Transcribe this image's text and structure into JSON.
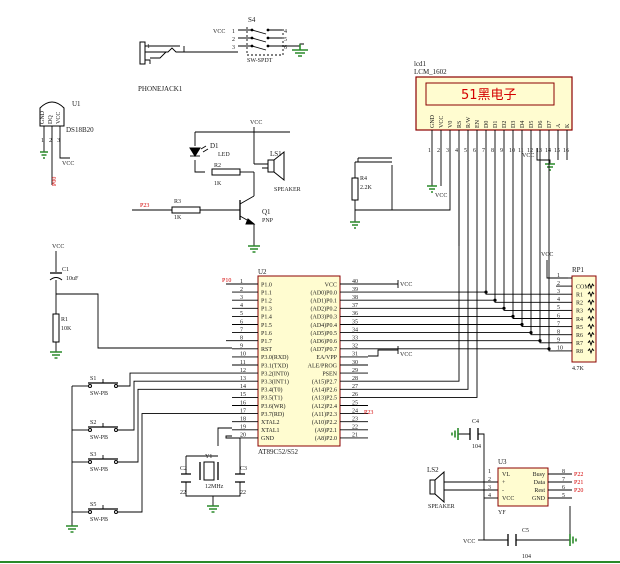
{
  "mcu": {
    "ref": "U2",
    "part": "AT89C52/S52",
    "port_label": "P10",
    "left_pins": [
      {
        "num": "1",
        "name": "P1.0"
      },
      {
        "num": "2",
        "name": "P1.1"
      },
      {
        "num": "3",
        "name": "P1.2"
      },
      {
        "num": "4",
        "name": "P1.3"
      },
      {
        "num": "5",
        "name": "P1.4"
      },
      {
        "num": "6",
        "name": "P1.5"
      },
      {
        "num": "7",
        "name": "P1.6"
      },
      {
        "num": "8",
        "name": "P1.7"
      },
      {
        "num": "9",
        "name": "RST"
      },
      {
        "num": "10",
        "name": "P3.0(RXD)"
      },
      {
        "num": "11",
        "name": "P3.1(TXD)"
      },
      {
        "num": "12",
        "name": "P3.2(INT0)"
      },
      {
        "num": "13",
        "name": "P3.3(INT1)"
      },
      {
        "num": "14",
        "name": "P3.4(T0)"
      },
      {
        "num": "15",
        "name": "P3.5(T1)"
      },
      {
        "num": "16",
        "name": "P3.6(WR)"
      },
      {
        "num": "17",
        "name": "P3.7(RD)"
      },
      {
        "num": "18",
        "name": "XTAL2"
      },
      {
        "num": "19",
        "name": "XTAL1"
      },
      {
        "num": "20",
        "name": "GND"
      }
    ],
    "right_pins": [
      {
        "num": "40",
        "name": "VCC"
      },
      {
        "num": "39",
        "name": "(AD0)P0.0"
      },
      {
        "num": "38",
        "name": "(AD1)P0.1"
      },
      {
        "num": "37",
        "name": "(AD2)P0.2"
      },
      {
        "num": "36",
        "name": "(AD3)P0.3"
      },
      {
        "num": "35",
        "name": "(AD4)P0.4"
      },
      {
        "num": "34",
        "name": "(AD5)P0.5"
      },
      {
        "num": "33",
        "name": "(AD6)P0.6"
      },
      {
        "num": "32",
        "name": "(AD7)P0.7"
      },
      {
        "num": "31",
        "name": "EA/VPP"
      },
      {
        "num": "30",
        "name": "ALE/PROG"
      },
      {
        "num": "29",
        "name": "PSEN"
      },
      {
        "num": "28",
        "name": "(A15)P2.7"
      },
      {
        "num": "27",
        "name": "(A14)P2.6"
      },
      {
        "num": "26",
        "name": "(A13)P2.5"
      },
      {
        "num": "25",
        "name": "(A12)P2.4"
      },
      {
        "num": "24",
        "name": "(A11)P2.3"
      },
      {
        "num": "23",
        "name": "(A10)P2.2"
      },
      {
        "num": "22",
        "name": "(A9)P2.1"
      },
      {
        "num": "21",
        "name": "(A8)P2.0"
      }
    ],
    "vcc_net": "VCC",
    "p23_net": "P23"
  },
  "lcd": {
    "ref": "lcd1",
    "part": "LCM_1602",
    "display_text": "51黑电子",
    "pins": [
      {
        "num": "1",
        "name": "GND"
      },
      {
        "num": "2",
        "name": "VCC"
      },
      {
        "num": "3",
        "name": "V0"
      },
      {
        "num": "4",
        "name": "RS"
      },
      {
        "num": "5",
        "name": "R/W"
      },
      {
        "num": "6",
        "name": "EN"
      },
      {
        "num": "7",
        "name": "D0"
      },
      {
        "num": "8",
        "name": "D1"
      },
      {
        "num": "9",
        "name": "D2"
      },
      {
        "num": "10",
        "name": "D3"
      },
      {
        "num": "11",
        "name": "D4"
      },
      {
        "num": "12",
        "name": "D5"
      },
      {
        "num": "13",
        "name": "D6"
      },
      {
        "num": "14",
        "name": "D7"
      },
      {
        "num": "15",
        "name": "A"
      },
      {
        "num": "16",
        "name": "K"
      }
    ],
    "vcc_net": "VCC",
    "vcc_net2": "VCC"
  },
  "rp1": {
    "ref": "RP1",
    "value": "4.7K",
    "vcc_net": "VCC",
    "pins": [
      {
        "num": "1",
        "name": ""
      },
      {
        "num": "2",
        "name": "COM"
      },
      {
        "num": "3",
        "name": "R1"
      },
      {
        "num": "4",
        "name": "R2"
      },
      {
        "num": "5",
        "name": "R3"
      },
      {
        "num": "6",
        "name": "R4"
      },
      {
        "num": "7",
        "name": "R5"
      },
      {
        "num": "8",
        "name": "R6"
      },
      {
        "num": "9",
        "name": "R7"
      },
      {
        "num": "10",
        "name": "R8"
      }
    ]
  },
  "switch_s4": {
    "ref": "S4",
    "part": "SW-SPDT",
    "vcc_net": "VCC",
    "pins": [
      "1",
      "2",
      "3",
      "4",
      "5",
      "6"
    ]
  },
  "phonejack": {
    "ref": "PHONEJACK1",
    "pin": "1"
  },
  "ds18b20": {
    "ref": "U1",
    "part": "DS18B20",
    "pins": [
      "GND",
      "DQ",
      "VCC"
    ],
    "nums": [
      "1",
      "2",
      "3"
    ],
    "net_vcc": "VCC",
    "net_p00": "P00"
  },
  "led": {
    "ref": "D1",
    "part": "LED",
    "vcc_net": "VCC"
  },
  "r2": {
    "ref": "R2",
    "value": "1K"
  },
  "speaker1": {
    "ref": "LS1",
    "part": "SPEAKER"
  },
  "r3": {
    "ref": "R3",
    "value": "1K",
    "net": "P23"
  },
  "q1": {
    "ref": "Q1",
    "part": "PNP"
  },
  "r4": {
    "ref": "R4",
    "value": "2.2K"
  },
  "reset": {
    "vcc_net": "VCC",
    "c1_ref": "C1",
    "c1_value": "10uF",
    "r1_ref": "R1",
    "r1_value": "10K"
  },
  "buttons": [
    {
      "ref": "S1",
      "part": "SW-PB"
    },
    {
      "ref": "S2",
      "part": "SW-PB"
    },
    {
      "ref": "S3",
      "part": "SW-PB"
    },
    {
      "ref": "S5",
      "part": "SW-PB"
    }
  ],
  "crystal": {
    "ref": "Y1",
    "value": "12MHz",
    "c2_ref": "C2",
    "c2_value": "22",
    "c3_ref": "C3",
    "c3_value": "22"
  },
  "voice": {
    "ref": "U3",
    "part": "YF",
    "ls_ref": "LS2",
    "ls_part": "SPEAKER",
    "left_pins": [
      {
        "num": "1",
        "name": "VL"
      },
      {
        "num": "2",
        "name": "+"
      },
      {
        "num": "3",
        "name": "-"
      },
      {
        "num": "4",
        "name": "VCC"
      }
    ],
    "right_pins": [
      {
        "num": "8",
        "name": "Busy"
      },
      {
        "num": "7",
        "name": "Data"
      },
      {
        "num": "6",
        "name": "Rest"
      },
      {
        "num": "5",
        "name": "GND"
      }
    ],
    "nets": [
      "P22",
      "P21",
      "P20"
    ],
    "c4_ref": "C4",
    "c4_value": "104",
    "c5_ref": "C5",
    "c5_value": "104",
    "vcc_net": "VCC"
  }
}
